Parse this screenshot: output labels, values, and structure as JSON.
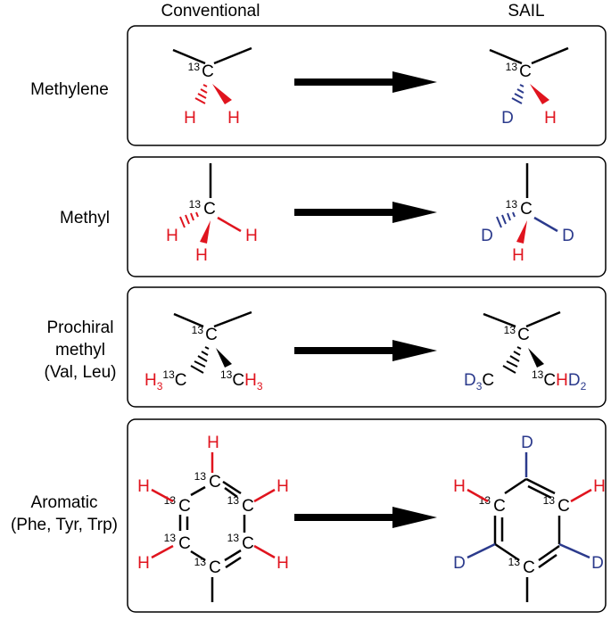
{
  "headers": {
    "left": "Conventional",
    "right": "SAIL"
  },
  "rows": [
    {
      "label_lines": [
        "Methylene"
      ]
    },
    {
      "label_lines": [
        "Methyl"
      ]
    },
    {
      "label_lines": [
        "Prochiral",
        "methyl",
        "(Val, Leu)"
      ]
    },
    {
      "label_lines": [
        "Aromatic",
        "(Phe, Tyr, Trp)"
      ]
    }
  ],
  "atoms": {
    "c": "C",
    "iso": "13",
    "h": "H",
    "d": "D",
    "sub3": "3",
    "sub2": "2"
  },
  "colors": {
    "hydrogen": "#e0141e",
    "deuterium": "#2b3a8c",
    "bond": "#000000",
    "box_border": "#000000",
    "arrow": "#000000"
  },
  "icons": [
    "right-arrow-icon"
  ]
}
